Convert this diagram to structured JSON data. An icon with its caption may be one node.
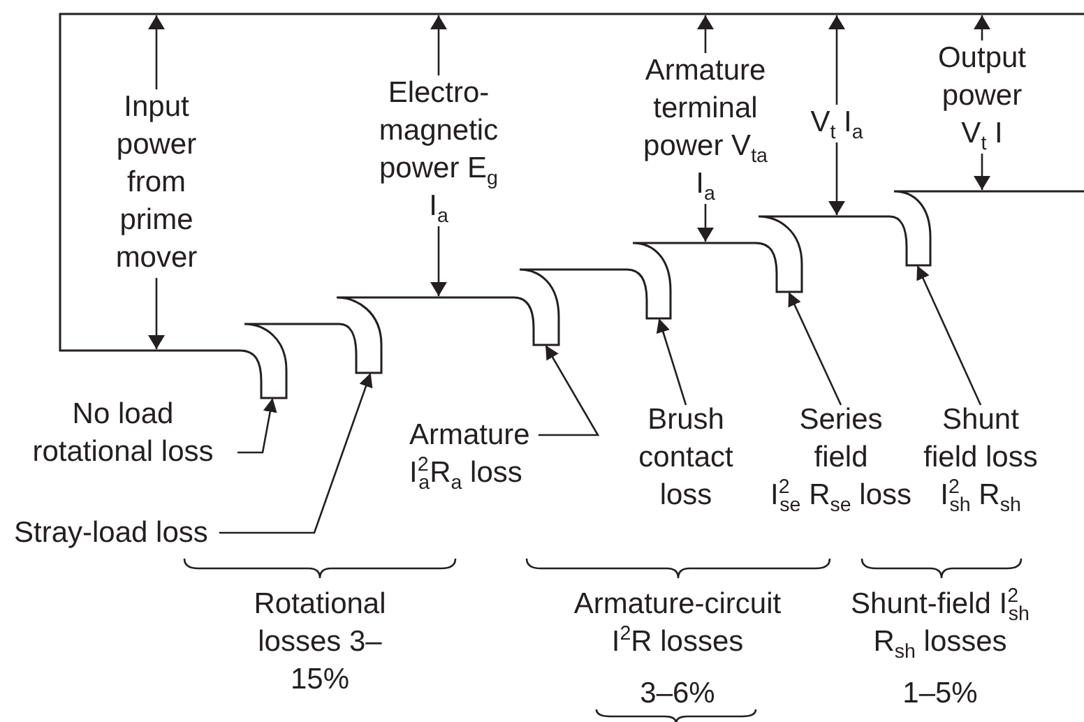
{
  "diagram": {
    "nodes": [
      {
        "text": [
          "No load rotational loss"
        ]
      },
      {
        "text": [
          "Stray-load loss"
        ]
      },
      {
        "text": [
          "Armature",
          "I$^{2}$$_{a}$R$_{a}$ loss"
        ]
      },
      {
        "text": [
          "Brush contact loss"
        ]
      },
      {
        "text": [
          "Series field",
          "I$^{2}$$_{se}$ R$_{se}$ loss"
        ]
      },
      {
        "text": [
          "Shunt field loss",
          "I$^{2}$$_{sh}$ R$_{sh}$"
        ]
      }
    ],
    "edges": [
      {
        "from": 0,
        "to": null,
        "arrow": "to"
      },
      {
        "from": 1,
        "to": null,
        "arrow": "to"
      },
      {
        "from": 2,
        "to": null,
        "arrow": "to"
      },
      {
        "from": 3,
        "to": null,
        "arrow": "to"
      },
      {
        "from": 4,
        "to": null,
        "arrow": "to"
      },
      {
        "from": 5,
        "to": null,
        "arrow": "to"
      }
    ],
    "labels": [
      "Input power from prime mover",
      "Electro-magnetic power E$_{g}$ I$_{a}$",
      "Armature terminal power V$_{ta}$ I$_{a}$",
      "V$_{t}$ I$_{a}$",
      "Output power V$_{t}$ I",
      "Rotational losses 3–15%",
      "Armature-circuit I$^{2}$R losses",
      "3–6%",
      "Shunt-field I$^{2}$$_{sh}$ R$_{sh}$ losses",
      "1–5%"
    ]
  }
}
